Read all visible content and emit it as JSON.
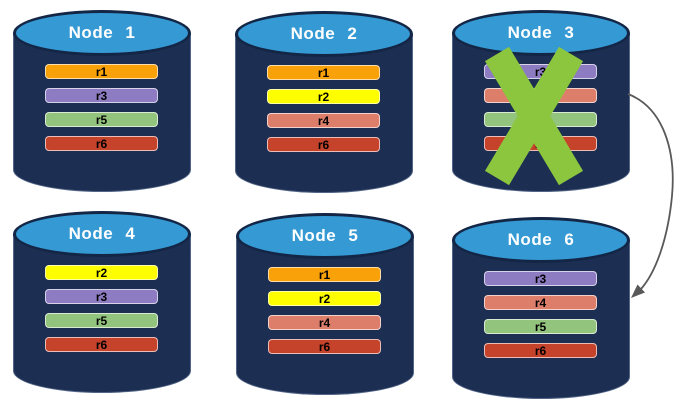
{
  "diagram": {
    "type": "replicated-database-nodes",
    "nodes": [
      {
        "label": "Node 1",
        "replicas": [
          "r1",
          "r3",
          "r5",
          "r6"
        ],
        "failed": false
      },
      {
        "label": "Node 2",
        "replicas": [
          "r1",
          "r2",
          "r4",
          "r6"
        ],
        "failed": false
      },
      {
        "label": "Node 3",
        "replicas": [
          "r3",
          "r4",
          "r5",
          "r6"
        ],
        "failed": true
      },
      {
        "label": "Node 4",
        "replicas": [
          "r2",
          "r3",
          "r5",
          "r6"
        ],
        "failed": false
      },
      {
        "label": "Node 5",
        "replicas": [
          "r1",
          "r2",
          "r4",
          "r6"
        ],
        "failed": false
      },
      {
        "label": "Node 6",
        "replicas": [
          "r3",
          "r4",
          "r5",
          "r6"
        ],
        "failed": false
      }
    ],
    "replica_colors": {
      "r1": "#F9A109",
      "r2": "#FEFE00",
      "r3": "#8E7CC3",
      "r4": "#DD7E6B",
      "r5": "#93C47D",
      "r6": "#C5422B"
    },
    "colors": {
      "cylinder_body": "#1C2E52",
      "cylinder_top": "#3599D4",
      "cylinder_border": "#142646",
      "failure_x": "#8CC63E",
      "arrow": "#595959"
    },
    "icons": {
      "failure": "x-mark-icon",
      "flow": "curved-arrow-icon"
    },
    "arrow": {
      "from": "Node 3",
      "to": "Node 6"
    }
  }
}
